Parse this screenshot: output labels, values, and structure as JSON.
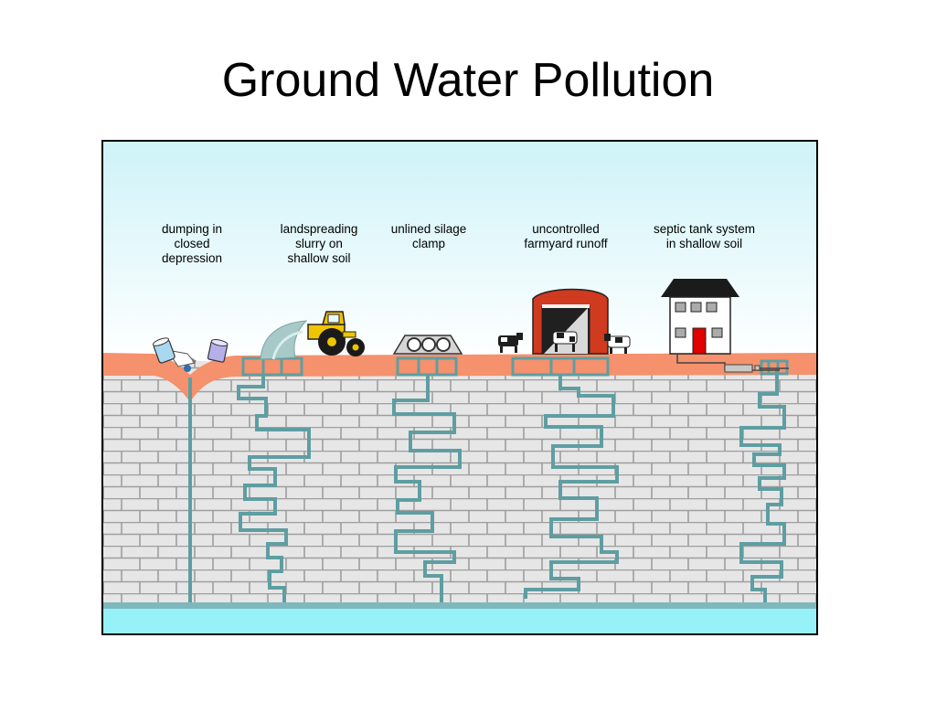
{
  "title": "Ground Water Pollution",
  "colors": {
    "sky_top": "#cef3f8",
    "sky_bottom": "#ffffff",
    "soil": "#f5916c",
    "brick_fill": "#e6e6e6",
    "brick_line": "#9e9e9e",
    "fissure": "#5e9ea2",
    "water_table": "#7fb8bc",
    "aquifer": "#96f2f8",
    "barn": "#d03a1e",
    "door": "#e00000"
  },
  "sources": [
    {
      "id": "dumping",
      "label": "dumping in\nclosed\ndepression",
      "icon": "waste-barrels-icon"
    },
    {
      "id": "landspreading",
      "label": "landspreading\nslurry on\nshallow soil",
      "icon": "tractor-spreader-icon"
    },
    {
      "id": "silage",
      "label": "unlined silage\nclamp",
      "icon": "silage-bales-icon"
    },
    {
      "id": "farmyard",
      "label": "uncontrolled\nfarmyard runoff",
      "icon": "barn-cows-icon"
    },
    {
      "id": "septic",
      "label": "septic tank system\nin shallow soil",
      "icon": "house-septic-icon"
    }
  ]
}
